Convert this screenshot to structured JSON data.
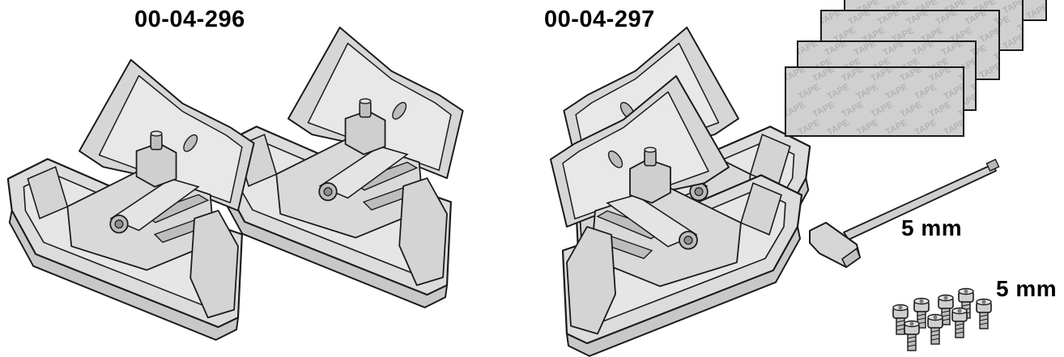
{
  "labels": {
    "part_a": "00-04-296",
    "part_b": "00-04-297",
    "key_size": "5 mm",
    "bolt_size": "5 mm"
  },
  "tape_text": "TAPE",
  "colors": {
    "part_fill": "#dcdcdc",
    "part_dark": "#c4c4c4",
    "part_light": "#ececec",
    "outline": "#1a1a1a",
    "tape_fill": "#d0d0d0",
    "tape_text": "#b3b3b3"
  },
  "icons": [
    "foot-pad-icon",
    "tape-pad-icon",
    "hex-key-icon",
    "bolt-icon"
  ]
}
